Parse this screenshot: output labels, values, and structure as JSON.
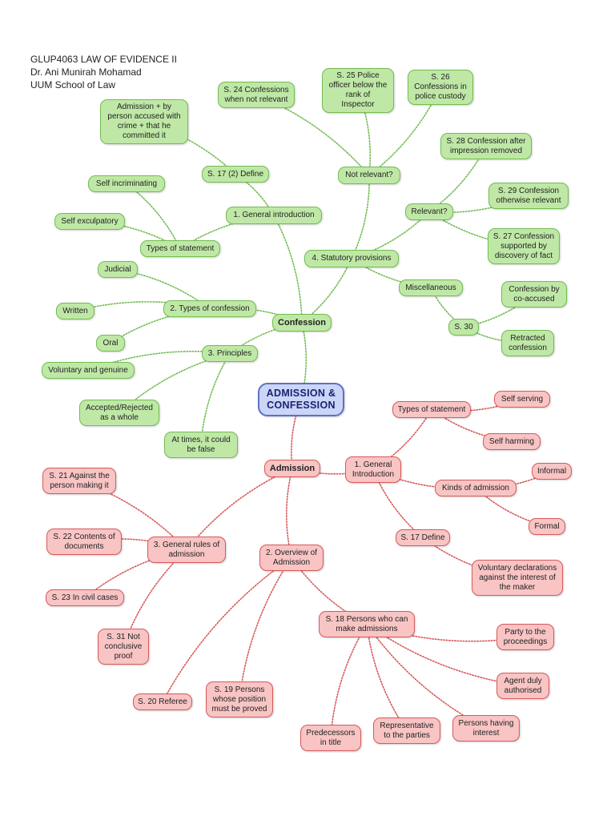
{
  "header": {
    "line1": "GLUP4063 LAW OF EVIDENCE II",
    "line2": "Dr. Ani Munirah Mohamad",
    "line3": "UUM School of Law"
  },
  "colors": {
    "confession_fill": "#bfe8a6",
    "confession_border": "#73bc52",
    "admission_fill": "#f8c4c4",
    "admission_border": "#d85a5a",
    "root_fill": "#cbd5f7",
    "root_border": "#5d72c4"
  },
  "nodes": {
    "root": "ADMISSION &\nCONFESSION",
    "confession": "Confession",
    "c_general_intro": "1. General introduction",
    "c_s17_2": "S. 17 (2) Define",
    "c_admission_accused": "Admission + by\nperson accused with\ncrime + that he\ncommitted it",
    "c_types_statement": "Types of statement",
    "c_self_incriminating": "Self incriminating",
    "c_self_exculpatory": "Self exculpatory",
    "c_types_confession": "2. Types of confession",
    "c_judicial": "Judicial",
    "c_written": "Written",
    "c_oral": "Oral",
    "c_principles": "3. Principles",
    "c_voluntary": "Voluntary and genuine",
    "c_accepted": "Accepted/Rejected\nas a whole",
    "c_at_times": "At times, it could\nbe false",
    "c_statutory": "4. Statutory provisions",
    "c_not_relevant": "Not relevant?",
    "c_s24": "S. 24 Confessions\nwhen not relevant",
    "c_s25": "S. 25 Police\nofficer below the\nrank of\nInspector",
    "c_s26": "S. 26\nConfessions in\npolice custody",
    "c_relevant": "Relevant?",
    "c_s28": "S. 28 Confession after\nimpression removed",
    "c_s29": "S. 29 Confession\notherwise relevant",
    "c_s27": "S. 27 Confession\nsupported by\ndiscovery of fact",
    "c_misc": "Miscellaneous",
    "c_s30": "S. 30",
    "c_coaccused": "Confession by\nco-accused",
    "c_retracted": "Retracted\nconfession",
    "admission": "Admission",
    "a_general_intro": "1. General\nIntroduction",
    "a_types_statement": "Types of statement",
    "a_self_serving": "Self serving",
    "a_self_harming": "Self harming",
    "a_kinds": "Kinds of admission",
    "a_informal": "Informal",
    "a_formal": "Formal",
    "a_s17": "S. 17 Define",
    "a_voluntary_decl": "Voluntary declarations\nagainst the interest of\nthe maker",
    "a_overview": "2. Overview of\nAdmission",
    "a_s18": "S. 18 Persons who can\nmake admissions",
    "a_party": "Party to the\nproceedings",
    "a_agent": "Agent duly\nauthorised",
    "a_persons_interest": "Persons having\ninterest",
    "a_representative": "Representative\nto the parties",
    "a_predecessors": "Predecessors\nin title",
    "a_s19": "S. 19 Persons\nwhose position\nmust be proved",
    "a_s20": "S. 20 Referee",
    "a_general_rules": "3. General rules of\nadmission",
    "a_s21": "S. 21 Against the\nperson making it",
    "a_s22": "S. 22 Contents of\ndocuments",
    "a_s23": "S. 23 In civil cases",
    "a_s31": "S. 31 Not\nconclusive\nproof"
  }
}
